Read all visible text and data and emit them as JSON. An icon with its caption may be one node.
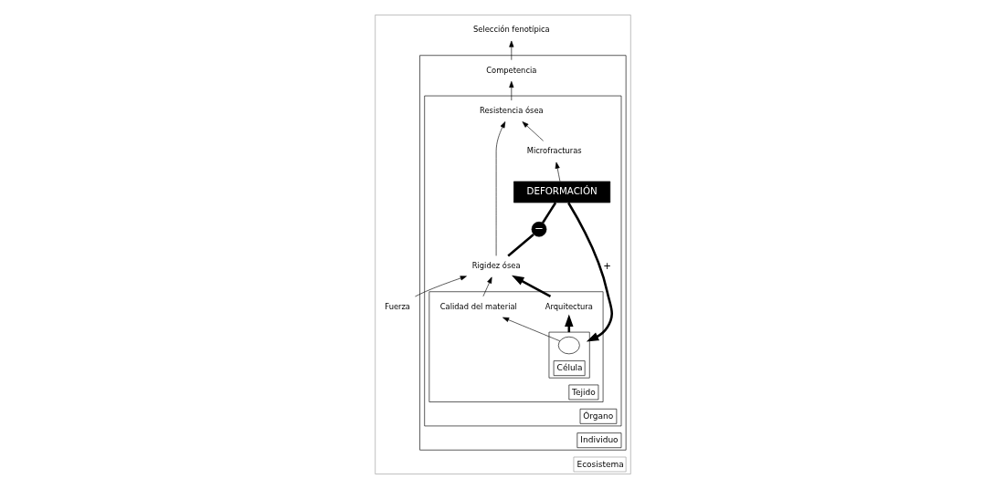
{
  "diagram": {
    "nodes": [
      {
        "text": [
          "Ecosistema"
        ]
      },
      {
        "text": [
          "Individuo"
        ],
        "in": 0
      },
      {
        "text": [
          "Órgano"
        ],
        "in": 1
      },
      {
        "text": [
          "Tejido"
        ],
        "in": 2
      },
      {
        "text": [
          "Célula"
        ],
        "in": 3
      },
      {
        "text": [
          "Selección fenotípica"
        ],
        "in": 0
      },
      {
        "text": [
          "Competencia"
        ],
        "in": 1
      },
      {
        "text": [
          "Resistencia ósea"
        ],
        "in": 2
      },
      {
        "text": [
          "Microfracturas"
        ],
        "in": 2
      },
      {
        "text": [
          "Fuerza"
        ],
        "in": 0
      },
      {
        "text": [
          "Rigidez ósea"
        ],
        "in": 2
      },
      {
        "text": [
          "−"
        ],
        "in": 2
      },
      {
        "text": [
          "DEFORMACIÓN"
        ],
        "in": 2
      },
      {
        "text": [],
        "shape": "circle",
        "in": 4
      },
      {
        "text": [
          "Calidad del material"
        ],
        "in": 3
      },
      {
        "text": [
          "Arquitectura"
        ],
        "in": 3
      }
    ],
    "edges": [
      {
        "from": 6,
        "to": 5,
        "arrow": "to"
      },
      {
        "from": 7,
        "to": 6,
        "arrow": "to"
      },
      {
        "from": 8,
        "to": 7,
        "arrow": "to"
      },
      {
        "from": 12,
        "to": 8,
        "arrow": "to"
      },
      {
        "from": 9,
        "to": 10,
        "arrow": "to"
      },
      {
        "from": 10,
        "to": 7,
        "arrow": "to"
      },
      {
        "from": 10,
        "to": 11,
        "arrow": "none",
        "style": "thick"
      },
      {
        "from": 11,
        "to": 12,
        "arrow": "none",
        "style": "thick"
      },
      {
        "from": 12,
        "to": 4,
        "arrow": "to",
        "style": "thick",
        "label": "+"
      },
      {
        "from": 4,
        "to": 15,
        "arrow": "to",
        "style": "thick"
      },
      {
        "from": 13,
        "to": 14,
        "arrow": "to"
      },
      {
        "from": 14,
        "to": 10,
        "arrow": "to"
      },
      {
        "from": 15,
        "to": 10,
        "arrow": "to",
        "style": "thick"
      }
    ]
  }
}
